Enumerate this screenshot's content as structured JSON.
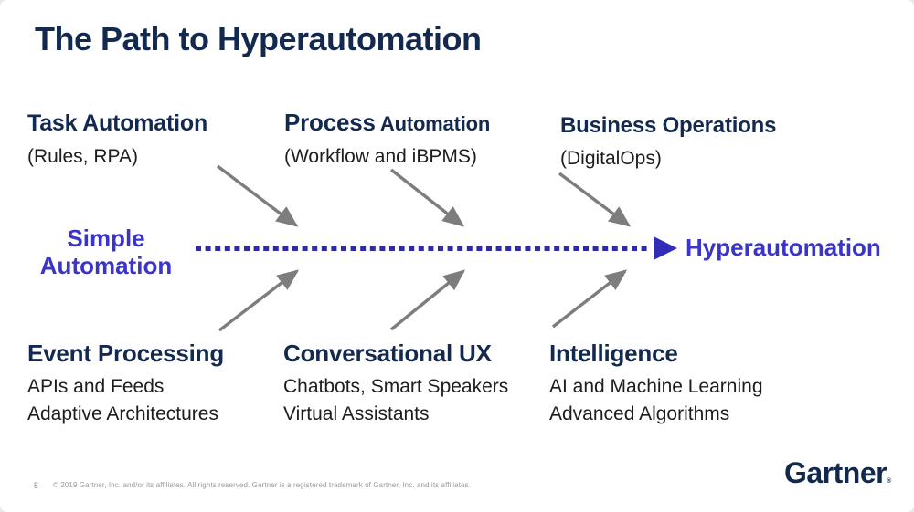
{
  "slide": {
    "title": "The Path to Hyperautomation"
  },
  "colors": {
    "navy": "#14294e",
    "accent_blue_text": "#3a34cb",
    "accent_blue_line": "#2e2aa8",
    "arrow_gray": "#7d7d7d",
    "body_text": "#1d1d1d",
    "footer_gray": "#9a9a9a"
  },
  "stages": {
    "top": [
      {
        "heading": "Task Automation",
        "subtitle": "(Rules, RPA)"
      },
      {
        "heading_primary": "Process",
        "heading_secondary": " Automation",
        "subtitle": "(Workflow and iBPMS)"
      },
      {
        "heading": "Business Operations",
        "subtitle": "(DigitalOps)"
      }
    ],
    "bottom": [
      {
        "heading": "Event Processing",
        "lines": [
          "APIs and Feeds",
          "Adaptive Architectures"
        ]
      },
      {
        "heading": "Conversational UX",
        "lines": [
          "Chatbots, Smart Speakers",
          "Virtual Assistants"
        ]
      },
      {
        "heading": "Intelligence",
        "lines": [
          "AI and Machine Learning",
          "Advanced Algorithms"
        ]
      }
    ]
  },
  "axis": {
    "start_line1": "Simple",
    "start_line2": "Automation",
    "end_label": "Hyperautomation"
  },
  "footer": {
    "page_number": "5",
    "copyright": "© 2019 Gartner, Inc. and/or its affiliates. All rights reserved. Gartner is a registered trademark of Gartner, Inc. and its affiliates.",
    "logo": "Gartner",
    "logo_mark": "®"
  }
}
